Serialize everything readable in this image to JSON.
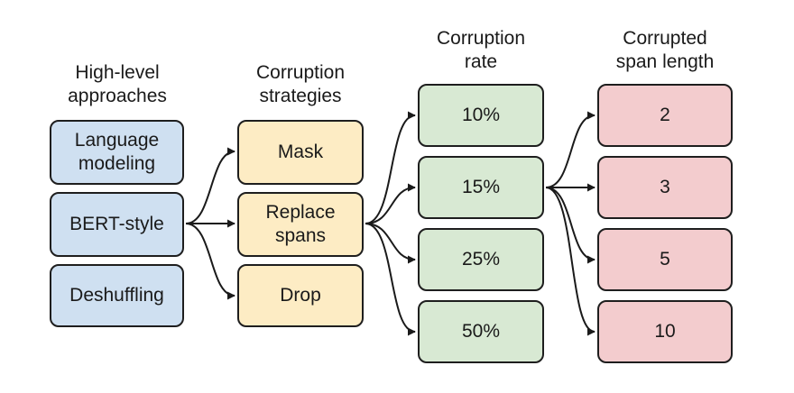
{
  "columns": [
    {
      "header": "High-level\napproaches",
      "color": "#cfe0f1",
      "items": [
        "Language\nmodeling",
        "BERT-style",
        "Deshuffling"
      ]
    },
    {
      "header": "Corruption\nstrategies",
      "color": "#fdecc4",
      "items": [
        "Mask",
        "Replace\nspans",
        "Drop"
      ]
    },
    {
      "header": "Corruption\nrate",
      "color": "#d8e9d3",
      "items": [
        "10%",
        "15%",
        "25%",
        "50%"
      ]
    },
    {
      "header": "Corrupted\nspan length",
      "color": "#f3ccce",
      "items": [
        "2",
        "3",
        "5",
        "10"
      ]
    }
  ],
  "edges": [
    {
      "from": "BERT-style",
      "to": [
        "Mask",
        "Replace spans",
        "Drop"
      ]
    },
    {
      "from": "Replace spans",
      "to": [
        "10%",
        "15%",
        "25%",
        "50%"
      ]
    },
    {
      "from": "15%",
      "to": [
        "2",
        "3",
        "5",
        "10"
      ]
    }
  ]
}
